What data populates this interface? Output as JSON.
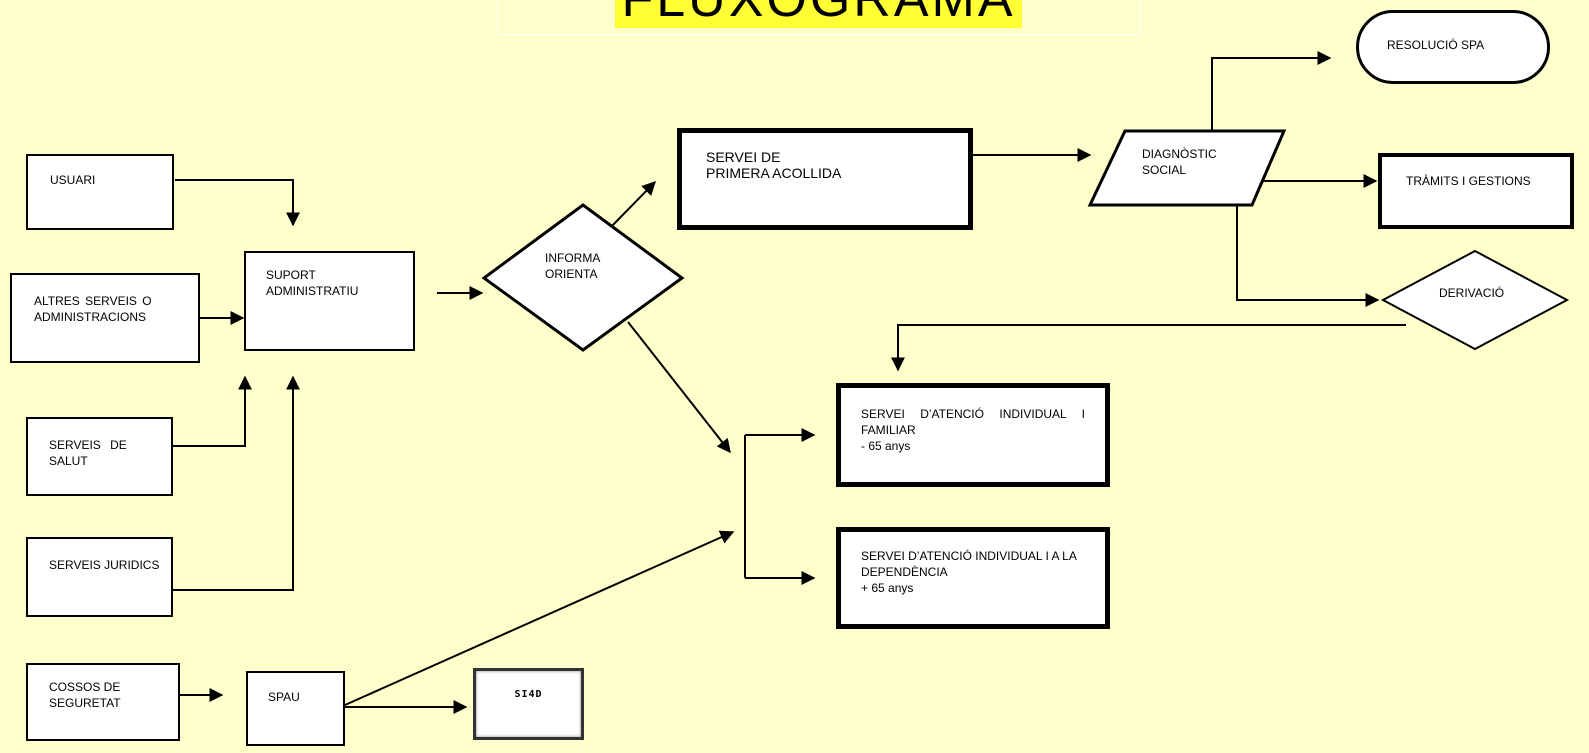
{
  "title": "FLUXOGRAMA",
  "nodes": {
    "usuari": "USUARI",
    "altres": "ALTRES   SERVEIS   O ADMINISTRACIONS",
    "salut": "SERVEIS        DE SALUT",
    "juridics": "SERVEIS JURIDICS",
    "cossos": "COSSOS DE SEGURETAT",
    "suport": "SUPORT ADMINISTRATIU",
    "spau": "SPAU",
    "si4d": "SI4D",
    "informa": "INFORMA ORIENTA",
    "primera_acollida_1": "SERVEI DE",
    "primera_acollida_2": "PRIMERA ACOLLIDA",
    "diagnostic": "DIAGNÒSTIC SOCIAL",
    "resolucio": "RESOLUCIÓ SPA",
    "tramits": "TRÀMITS I GESTIONS",
    "derivacio": "DERIVACIÓ",
    "saif_1": "SERVEI  D’ATENCIÓ  INDIVIDUAL  I FAMILIAR",
    "saif_2": "- 65 anys",
    "said_1": "SERVEI D’ATENCIÓ INDIVIDUAL I A LA DEPENDÈNCIA",
    "said_2": "+ 65 anys"
  }
}
